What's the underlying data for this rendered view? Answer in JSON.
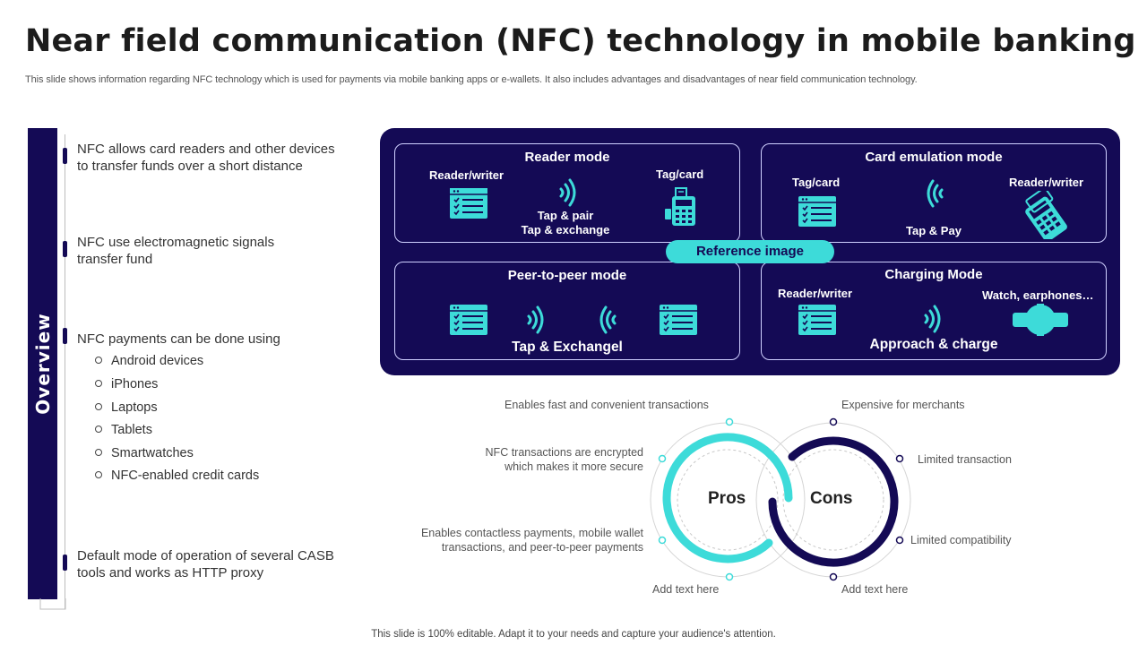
{
  "title": "Near field communication (NFC) technology in mobile banking",
  "subtitle": "This slide shows information regarding NFC technology which is used for payments via mobile banking apps or e-wallets. It also includes advantages and disadvantages of near field communication technology.",
  "footer": "This slide is 100% editable. Adapt it to your needs and capture your audience's attention.",
  "overview": {
    "label": "Overview",
    "points": [
      {
        "line1": "NFC allows card readers and other devices",
        "line2": "to transfer funds over a short distance"
      },
      {
        "line1": "NFC use electromagnetic signals",
        "line2": "transfer fund"
      },
      {
        "line1": "NFC payments can be done using",
        "line2": ""
      },
      {
        "line1": "Default mode of operation of several CASB",
        "line2": "tools and works as HTTP proxy"
      }
    ],
    "devices": [
      "Android devices",
      "iPhones",
      "Laptops",
      "Tablets",
      "Smartwatches",
      "NFC-enabled credit cards"
    ]
  },
  "nfc": {
    "reference_label": "Reference image",
    "reader_mode": {
      "title": "Reader mode",
      "left": "Reader/writer",
      "right": "Tag/card",
      "center1": "Tap & pair",
      "center2": "Tap & exchange"
    },
    "card_emulation": {
      "title": "Card emulation mode",
      "left": "Tag/card",
      "right": "Reader/writer",
      "center": "Tap & Pay"
    },
    "peer_to_peer": {
      "title": "Peer-to-peer mode",
      "bottom": "Tap & Exchangel"
    },
    "charging": {
      "title": "Charging Mode",
      "left": "Reader/writer",
      "right": "Watch, earphones…",
      "bottom": "Approach & charge"
    }
  },
  "pros_cons": {
    "pros_label": "Pros",
    "cons_label": "Cons",
    "pros": [
      {
        "line1": "Enables fast and convenient  transactions",
        "line2": ""
      },
      {
        "line1": "NFC transactions are encrypted",
        "line2": "which makes it more secure"
      },
      {
        "line1": "Enables contactless payments, mobile wallet",
        "line2": "transactions, and peer-to-peer  payments"
      },
      {
        "line1": "Add text here",
        "line2": ""
      }
    ],
    "cons": [
      "Expensive for merchants",
      "Limited transaction",
      "Limited compatibility",
      "Add text here"
    ],
    "colors": {
      "pros": "#3ddbd9",
      "cons": "#140a55"
    }
  }
}
